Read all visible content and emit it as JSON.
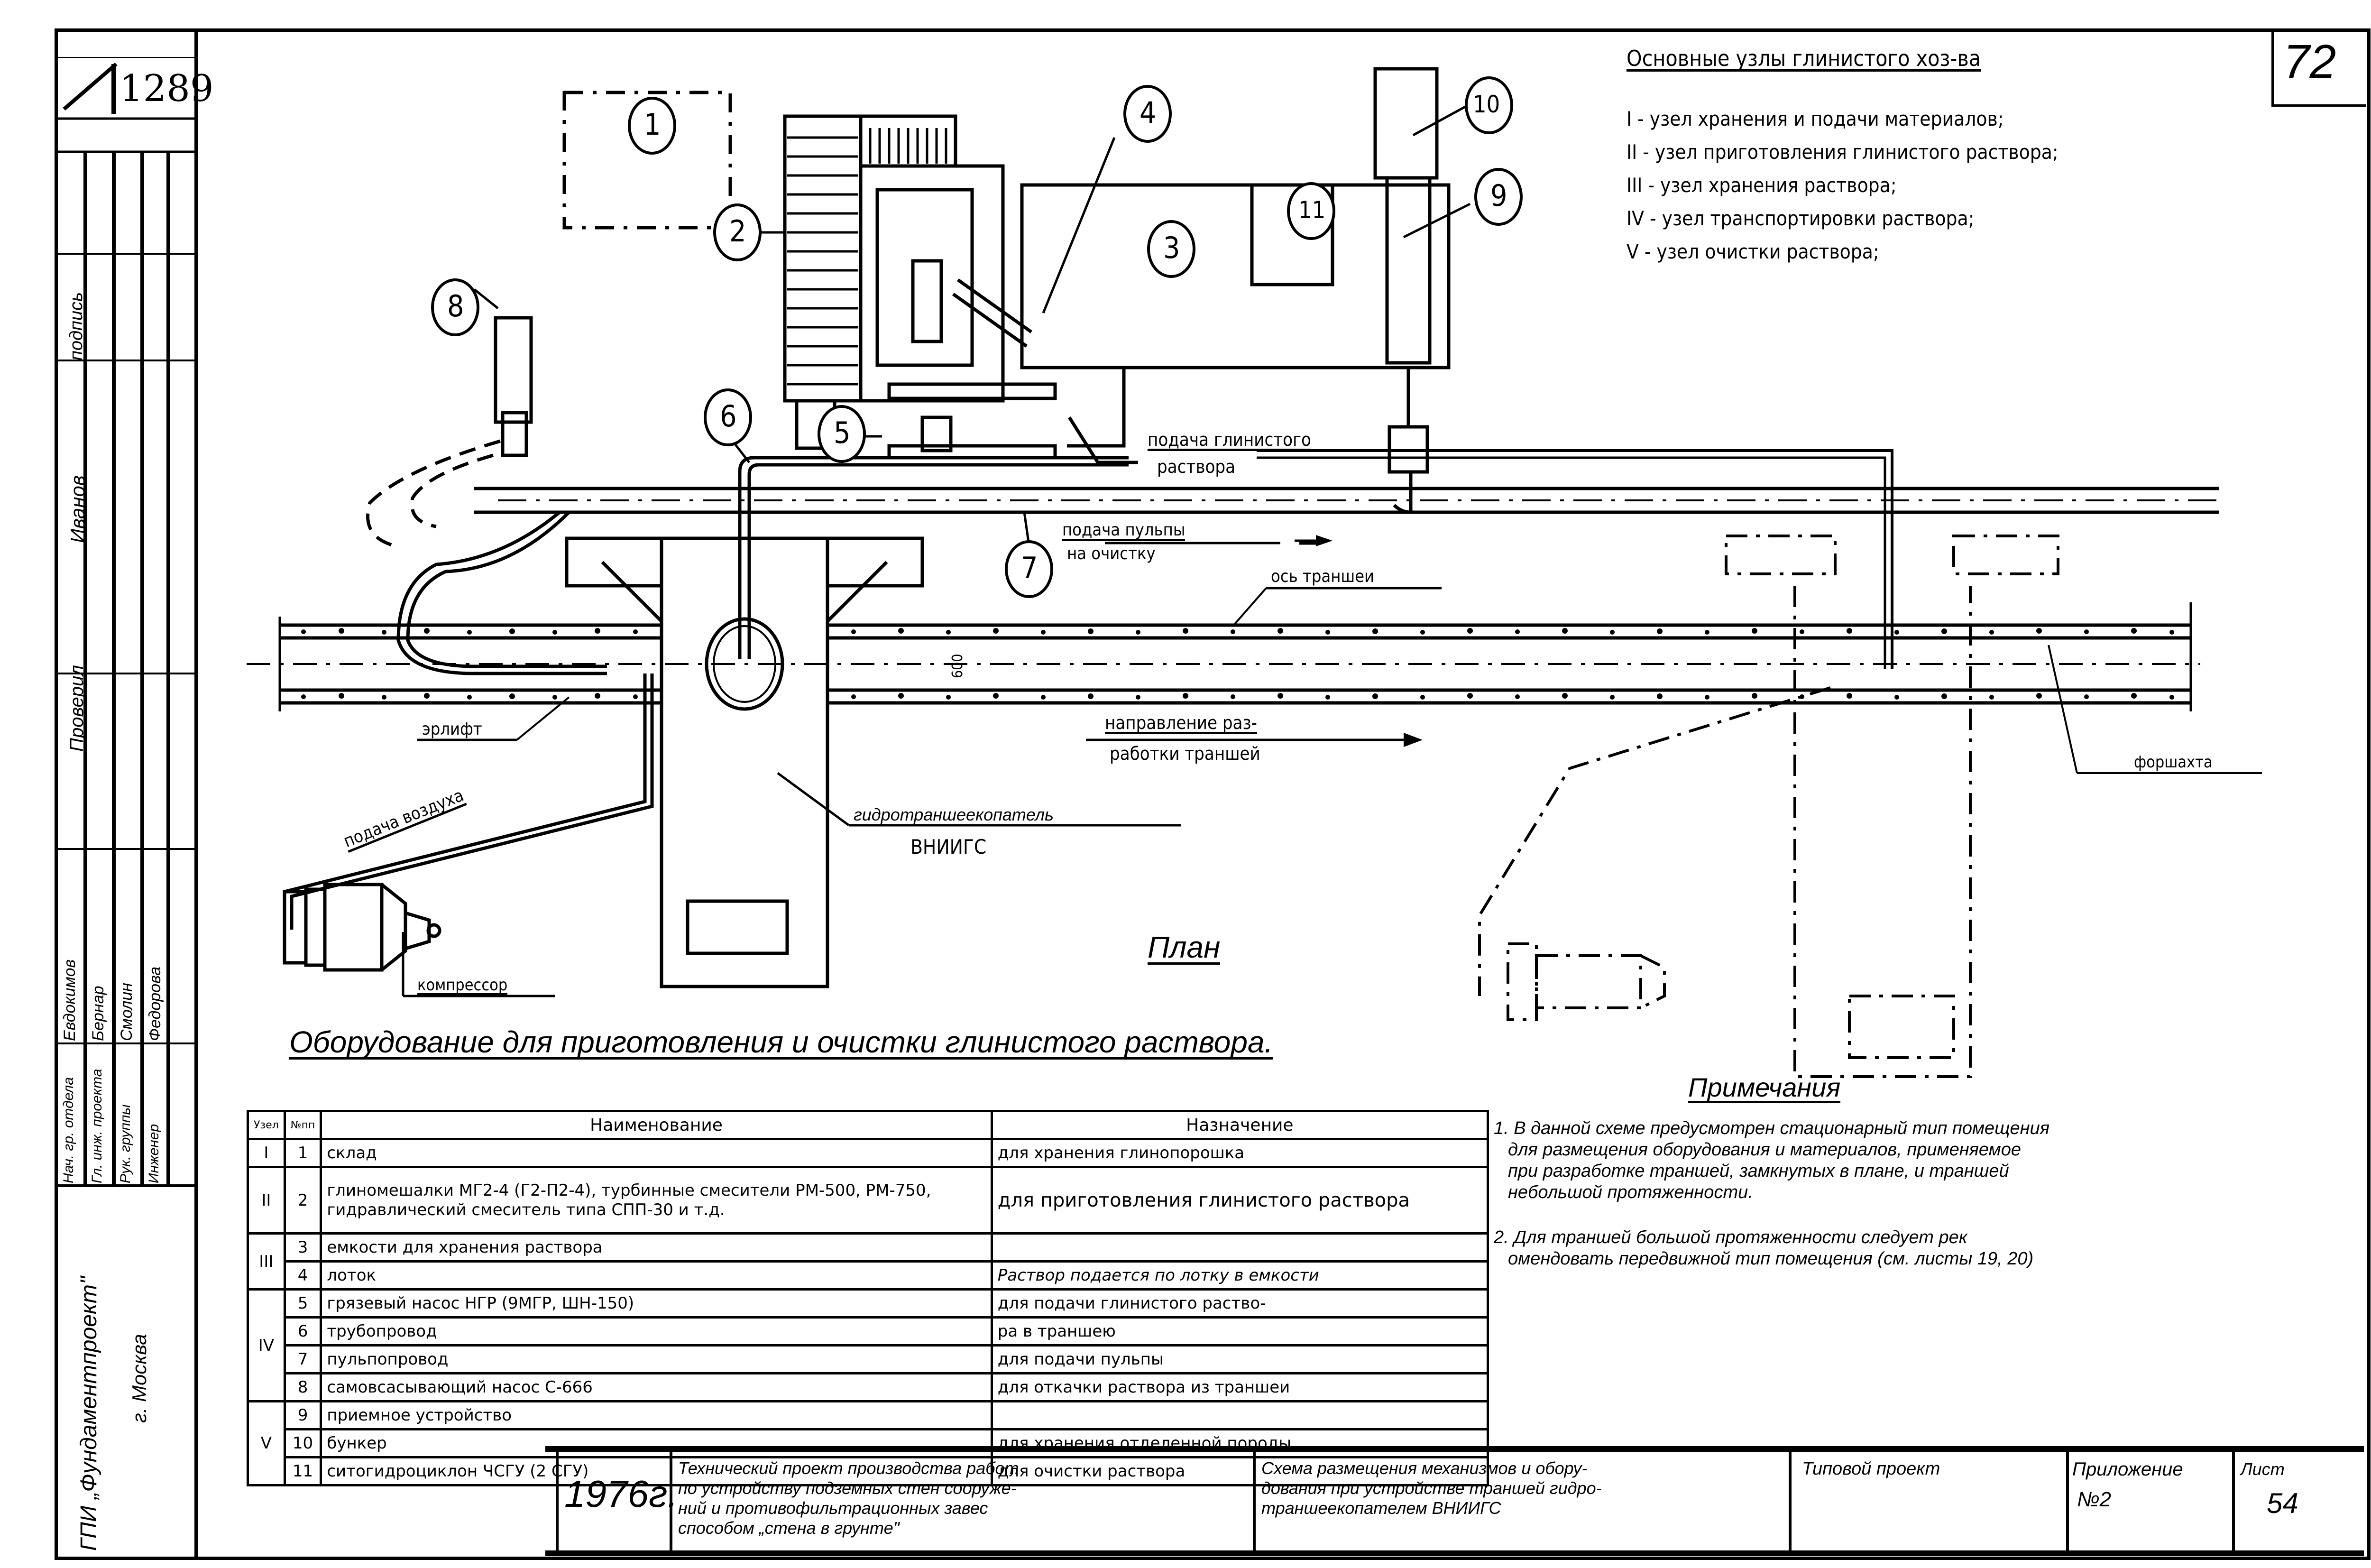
{
  "sheet": {
    "corner_number": "72",
    "archive_number": "1289",
    "plan_label": "План"
  },
  "legend": {
    "title": "Основные узлы глинистого хоз-ва",
    "items": [
      {
        "roman": "I",
        "text": "- узел хранения и подачи материалов;"
      },
      {
        "roman": "II",
        "text": "- узел приготовления глинистого раствора;"
      },
      {
        "roman": "III",
        "text": "- узел хранения раствора;"
      },
      {
        "roman": "IV",
        "text": "- узел транспортировки раствора;"
      },
      {
        "roman": "V",
        "text": "- узел очистки раствора;"
      }
    ]
  },
  "diagram": {
    "callouts": [
      "1",
      "2",
      "3",
      "4",
      "5",
      "6",
      "7",
      "8",
      "9",
      "10",
      "11"
    ],
    "labels": {
      "clay_feed_line1": "подача глинистого",
      "clay_feed_line2": "раствора",
      "pulp_feed_line1": "подача пульпы",
      "pulp_feed_line2": "на очистку",
      "trench_axis": "ось траншеи",
      "airlift": "эрлифт",
      "dimension": "600",
      "air_feed": "подача воздуха",
      "compressor": "компрессор",
      "excavator_line1": "гидротраншеекопатель",
      "excavator_line2": "ВНИИГС",
      "direction_line1": "направление раз-",
      "direction_line2": "работки траншей",
      "forshakhta": "форшахта"
    }
  },
  "equipment": {
    "title": "Оборудование для приготовления и очистки глинистого раствора.",
    "headers": {
      "unit": "Узел",
      "num": "№пп",
      "name": "Наименование",
      "purpose": "Назначение"
    },
    "rows": [
      {
        "unit": "I",
        "num": "1",
        "name": "склад",
        "purpose": "для хранения глинопорошка"
      },
      {
        "unit": "II",
        "num": "2",
        "name": "глиномешалки МГ2-4 (Г2-П2-4), турбинные смесители РМ-500, РМ-750, гидравлический смеситель типа СПП-30 и т.д.",
        "purpose": "для приготовления глинистого раствора"
      },
      {
        "unit": "III",
        "num": "3",
        "name": "емкости для хранения раствора",
        "purpose": ""
      },
      {
        "unit": "",
        "num": "4",
        "name": "лоток",
        "purpose": "Раствор подается по лотку в емкости"
      },
      {
        "unit": "IV",
        "num": "5",
        "name": "грязевый насос НГР (9МГР, ШН-150)",
        "purpose": "для подачи глинистого раство-"
      },
      {
        "unit": "",
        "num": "6",
        "name": "трубопровод",
        "purpose": "ра в траншею"
      },
      {
        "unit": "",
        "num": "7",
        "name": "пульпопровод",
        "purpose": "для подачи пульпы"
      },
      {
        "unit": "",
        "num": "8",
        "name": "самовсасывающий насос С-666",
        "purpose": "для откачки раствора из траншеи"
      },
      {
        "unit": "V",
        "num": "9",
        "name": "приемное устройство",
        "purpose": ""
      },
      {
        "unit": "",
        "num": "10",
        "name": "бункер",
        "purpose": "для хранения отделенной породы"
      },
      {
        "unit": "",
        "num": "11",
        "name": "ситогидроциклон ЧСГУ (2 СГУ)",
        "purpose": "для очистки раствора"
      }
    ]
  },
  "notes": {
    "title": "Примечания",
    "items": [
      "1. В данной схеме предусмотрен стационарный тип помещения для размещения оборудования и материалов, применяемое при разработке траншей, замкнутых в плане, и траншей небольшой протяженности.",
      "2. Для траншей большой протяженности следует рекомендовать передвижной тип помещения (см. листы 19, 20)"
    ],
    "note1_lines": [
      "1. В данной схеме предусмотрен стационарный тип помещения",
      "для размещения оборудования и материалов, применяемое",
      "при разработке траншей, замкнутых в плане, и траншей",
      "небольшой протяженности."
    ],
    "note2_lines": [
      "2. Для траншей большой протяженности следует рек",
      "омендовать передвижной тип помещения (см. листы 19, 20)"
    ]
  },
  "title_block": {
    "year": "1976г.",
    "project_desc": [
      "Технический проект производства работ",
      "по устройству подземных стен сооруже-",
      "ний и противофильтрационных завес",
      "способом „стена в грунте\""
    ],
    "sheet_desc": [
      "Схема размещения механизмов и обору-",
      "дования при устройстве траншей гидро-",
      "траншеекопателем ВНИИГС"
    ],
    "type_label": "Типовой проект",
    "appendix_label": "Приложение",
    "appendix_value": "№2",
    "sheet_label": "Лист",
    "sheet_value": "54"
  },
  "stamp": {
    "organization": "ГПИ „Фундаментпроект\"",
    "city": "г. Москва",
    "roles": [
      "Нач. гр. отдела",
      "Гл. инж. проекта",
      "Рук. группы",
      "Инженер"
    ],
    "names": [
      "Евдокимов",
      "Бернар",
      "Смолин",
      "Федорова"
    ],
    "upper_roles": [
      "Проверил",
      "Иванов"
    ],
    "upper_signature": "подпись"
  }
}
